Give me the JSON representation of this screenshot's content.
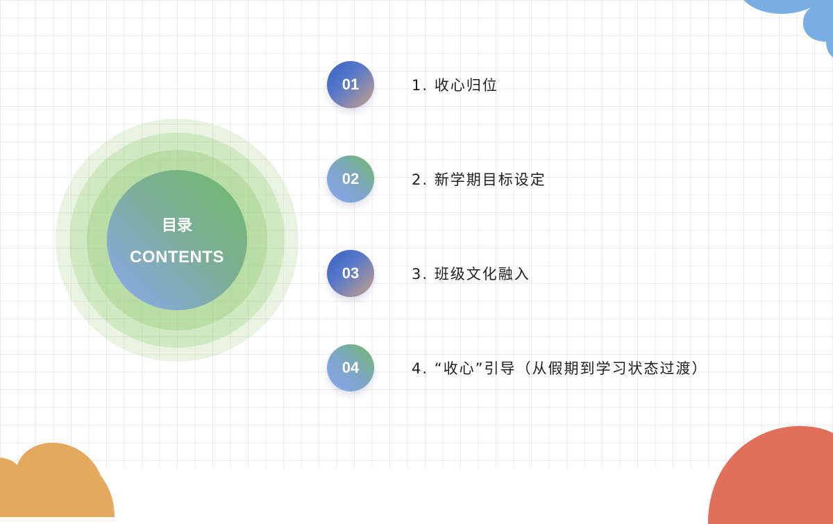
{
  "contents": {
    "title": "目录",
    "subtitle": "CONTENTS"
  },
  "items": [
    {
      "num": "01",
      "label": "1.  收心归位"
    },
    {
      "num": "02",
      "label": "2.  新学期目标设定"
    },
    {
      "num": "03",
      "label": "3.  班级文化融入"
    },
    {
      "num": "04",
      "label": "4.  “收心”引导（从假期到学习状态过渡）"
    }
  ],
  "colors": {
    "blue_blob": "#7aaee3",
    "orange_blob": "#e3a95f",
    "red_blob": "#e0705a",
    "ring_green": "#96cd78",
    "number_blue": "#3b64c9",
    "number_green": "#72b868"
  }
}
